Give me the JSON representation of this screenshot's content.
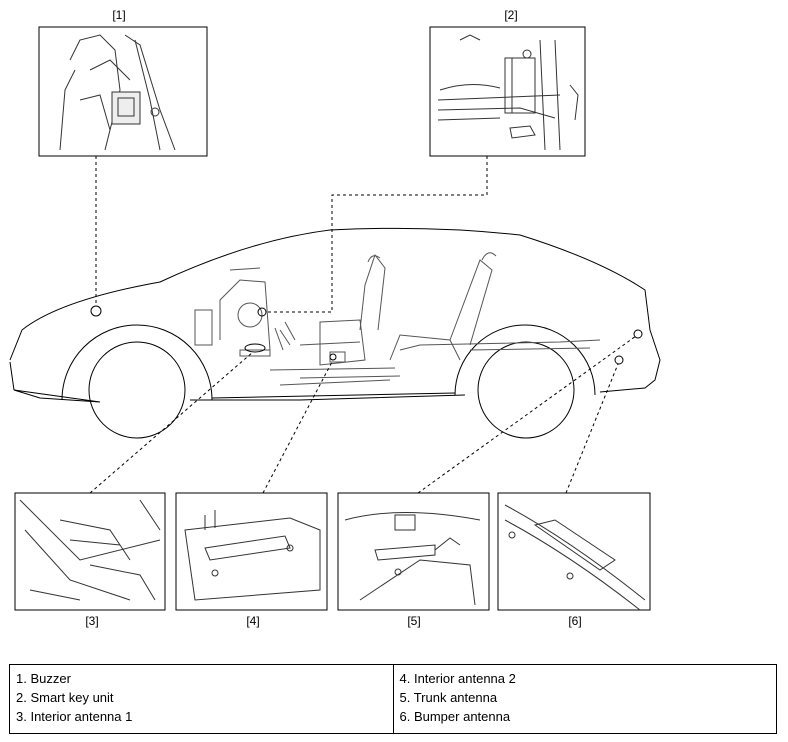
{
  "callouts": [
    "[1]",
    "[2]",
    "[3]",
    "[4]",
    "[5]",
    "[6]"
  ],
  "legend": {
    "left": [
      "1. Buzzer",
      "2. Smart key unit",
      "3. Interior antenna 1"
    ],
    "right": [
      "4. Interior antenna 2",
      "5. Trunk antenna",
      "6. Bumper antenna"
    ]
  },
  "colors": {
    "line": "#000000",
    "detail": "#333333",
    "background": "#ffffff"
  }
}
